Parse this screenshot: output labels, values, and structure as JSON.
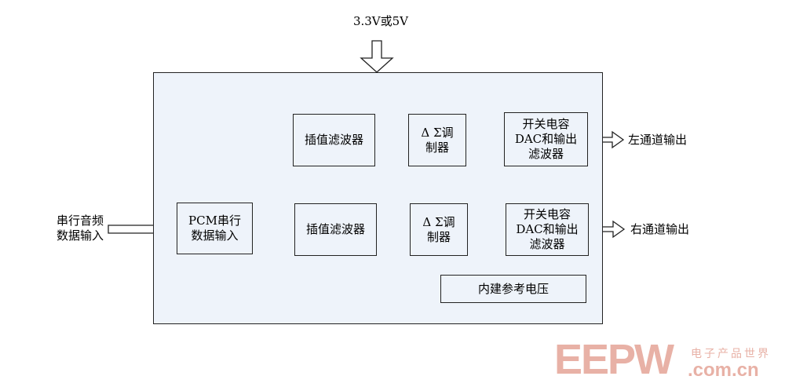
{
  "supply": "3.3V或5V",
  "input_label": "串行音频\n数据输入",
  "blocks": {
    "pcm": "PCM串行\n数据输入",
    "interp_top": "插值滤波器",
    "interp_bottom": "插值滤波器",
    "ds_top": "Δ Σ调\n制器",
    "ds_bottom": "Δ Σ调\n制器",
    "dac_top": "开关电容\nDAC和输出\n滤波器",
    "dac_bottom": "开关电容\nDAC和输出\n滤波器",
    "vref": "内建参考电压"
  },
  "outputs": {
    "left": "左通道输出",
    "right": "右通道输出"
  },
  "watermark": {
    "logo": "EEPW",
    "tagline": "电子产品世界",
    "url": ".com.cn"
  },
  "colors": {
    "chip_fill": "#eef3fa",
    "stroke": "#222222",
    "watermark": "#e8b1a6"
  }
}
